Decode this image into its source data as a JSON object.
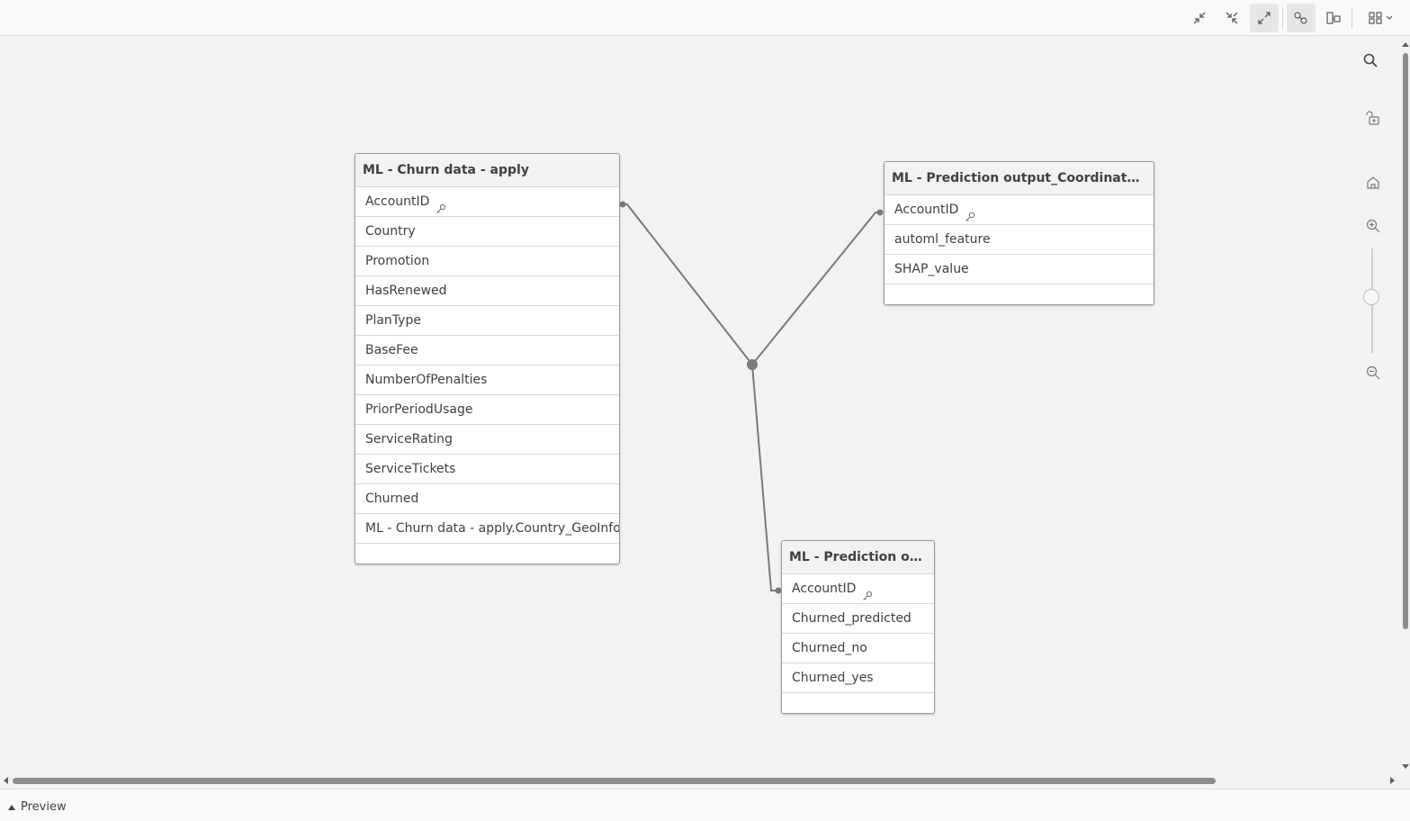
{
  "toolbar": {
    "icons": [
      "collapse-all-icon",
      "show-linked-fields-icon",
      "expand-all-icon",
      "internal-table-view-icon",
      "source-table-view-icon",
      "layout-grid-icon"
    ],
    "active": "expand-all-icon"
  },
  "right_tools": {
    "icons": [
      "search-icon",
      "unlock-icon",
      "home-icon",
      "zoom-in-icon",
      "zoom-out-icon"
    ],
    "zoom_level": 0.5
  },
  "tables": [
    {
      "name": "ML - Churn data - apply",
      "fields": [
        "AccountID",
        "Country",
        "Promotion",
        "HasRenewed",
        "PlanType",
        "BaseFee",
        "NumberOfPenalties",
        "PriorPeriodUsage",
        "ServiceRating",
        "ServiceTickets",
        "Churned",
        "ML - Churn data - apply.Country_GeoInfo"
      ],
      "key_fields": [
        "AccountID"
      ]
    },
    {
      "name": "ML - Prediction output_Coordinate_SH...",
      "fields": [
        "AccountID",
        "automl_feature",
        "SHAP_value"
      ],
      "key_fields": [
        "AccountID"
      ]
    },
    {
      "name": "ML - Prediction output",
      "fields": [
        "AccountID",
        "Churned_predicted",
        "Churned_no",
        "Churned_yes"
      ],
      "key_fields": [
        "AccountID"
      ]
    }
  ],
  "footer": {
    "preview_label": "Preview"
  },
  "colors": {
    "link": "#7a7a7a",
    "canvas": "#f2f2f2"
  }
}
